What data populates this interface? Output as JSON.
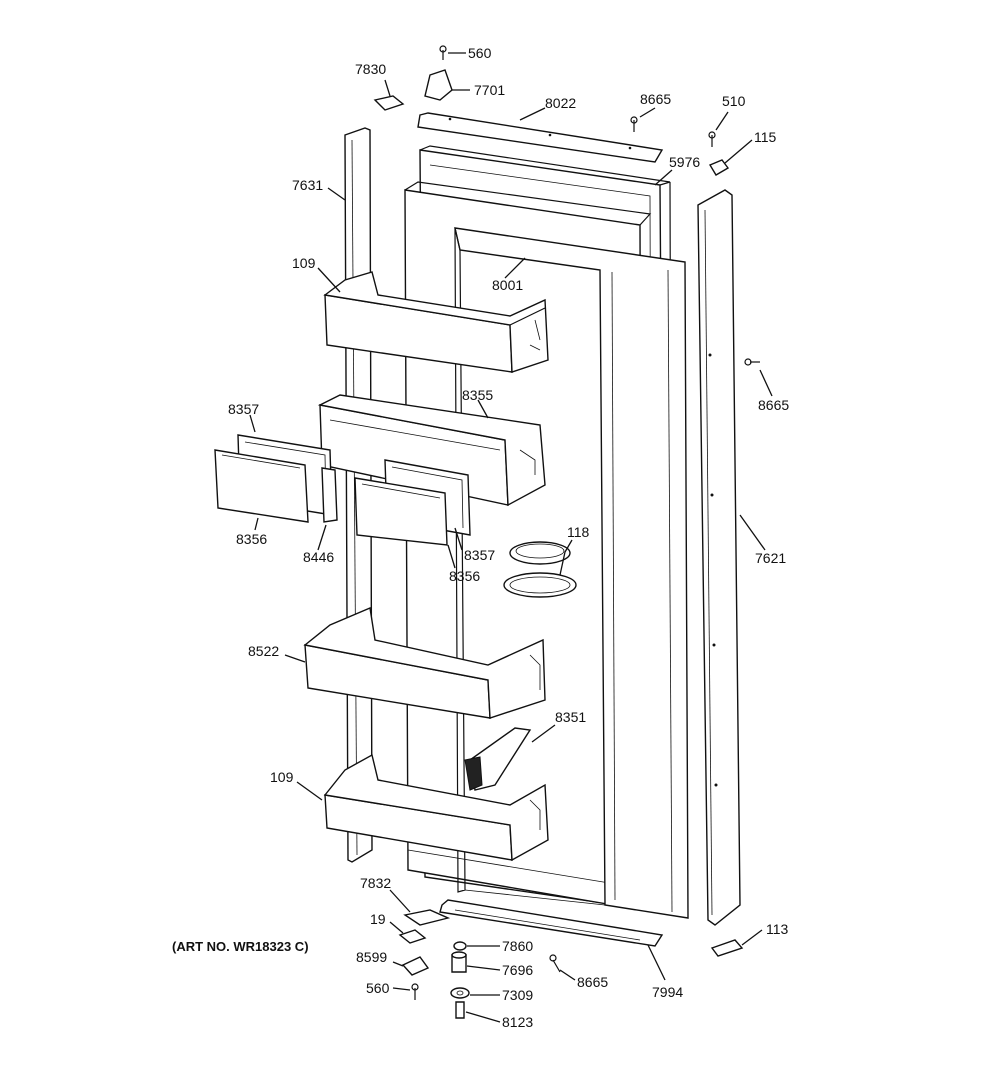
{
  "art_number": "(ART NO. WR18323 C)",
  "labels": {
    "l560_top": "560",
    "l7701": "7701",
    "l7830": "7830",
    "l8022": "8022",
    "l8665_top": "8665",
    "l510": "510",
    "l115": "115",
    "l5976": "5976",
    "l7631": "7631",
    "l109_top": "109",
    "l8001": "8001",
    "l8665_right": "8665",
    "l8357_left": "8357",
    "l8355": "8355",
    "l8356_left": "8356",
    "l8446": "8446",
    "l8357_right": "8357",
    "l8356_right": "8356",
    "l118": "118",
    "l7621": "7621",
    "l8522": "8522",
    "l8351": "8351",
    "l109_bottom": "109",
    "l7832": "7832",
    "l19": "19",
    "l7860": "7860",
    "l8599": "8599",
    "l7696": "7696",
    "l8665_bottom": "8665",
    "l7994": "7994",
    "l560_bottom": "560",
    "l7309": "7309",
    "l8123": "8123",
    "l113": "113"
  }
}
